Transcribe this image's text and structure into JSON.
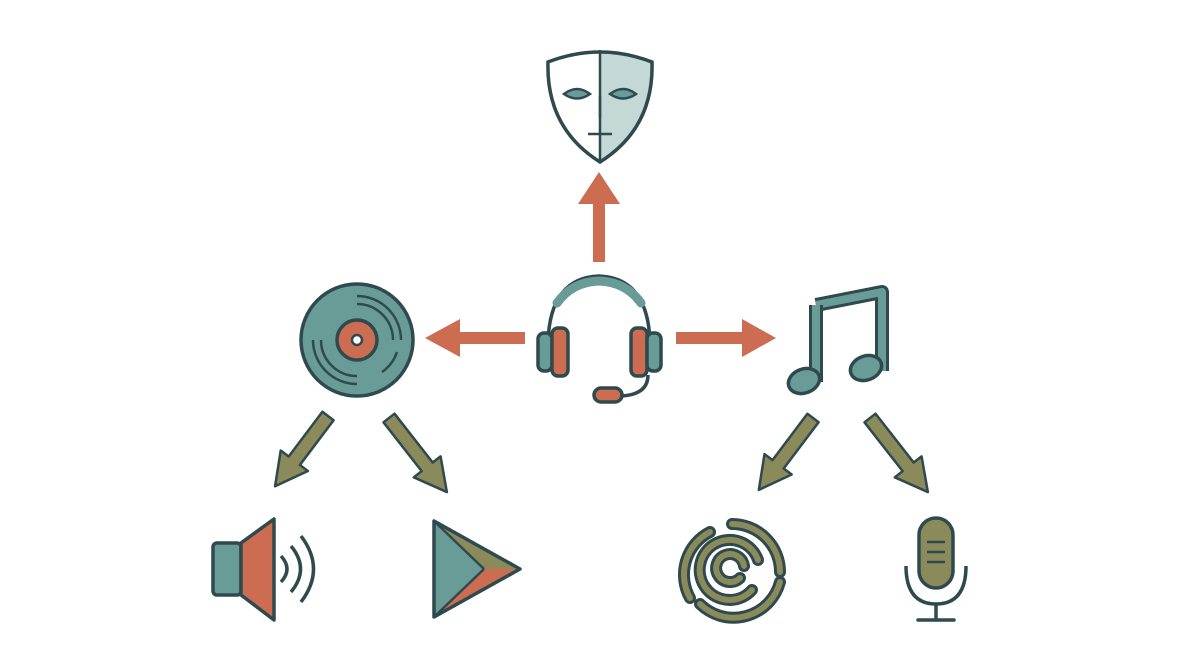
{
  "colors": {
    "background": "#ffffff",
    "outline": "#2f4a4e",
    "teal": "#6a9c97",
    "teal_light": "#c4d8d5",
    "orange": "#cc6d52",
    "olive": "#8b8a5a",
    "white": "#ffffff"
  },
  "nodes": {
    "center": {
      "icon": "headset-icon"
    },
    "top": {
      "icon": "theater-mask-icon"
    },
    "left": {
      "icon": "vinyl-record-icon"
    },
    "right": {
      "icon": "music-note-icon"
    },
    "left_child_1": {
      "icon": "speaker-volume-icon"
    },
    "left_child_2": {
      "icon": "google-play-icon"
    },
    "right_child_1": {
      "icon": "audiomack-swirl-icon"
    },
    "right_child_2": {
      "icon": "microphone-icon"
    }
  },
  "edges": [
    {
      "from": "center",
      "to": "top",
      "color": "orange"
    },
    {
      "from": "center",
      "to": "left",
      "color": "orange"
    },
    {
      "from": "center",
      "to": "right",
      "color": "orange"
    },
    {
      "from": "left",
      "to": "left_child_1",
      "color": "olive"
    },
    {
      "from": "left",
      "to": "left_child_2",
      "color": "olive"
    },
    {
      "from": "right",
      "to": "right_child_1",
      "color": "olive"
    },
    {
      "from": "right",
      "to": "right_child_2",
      "color": "olive"
    }
  ]
}
